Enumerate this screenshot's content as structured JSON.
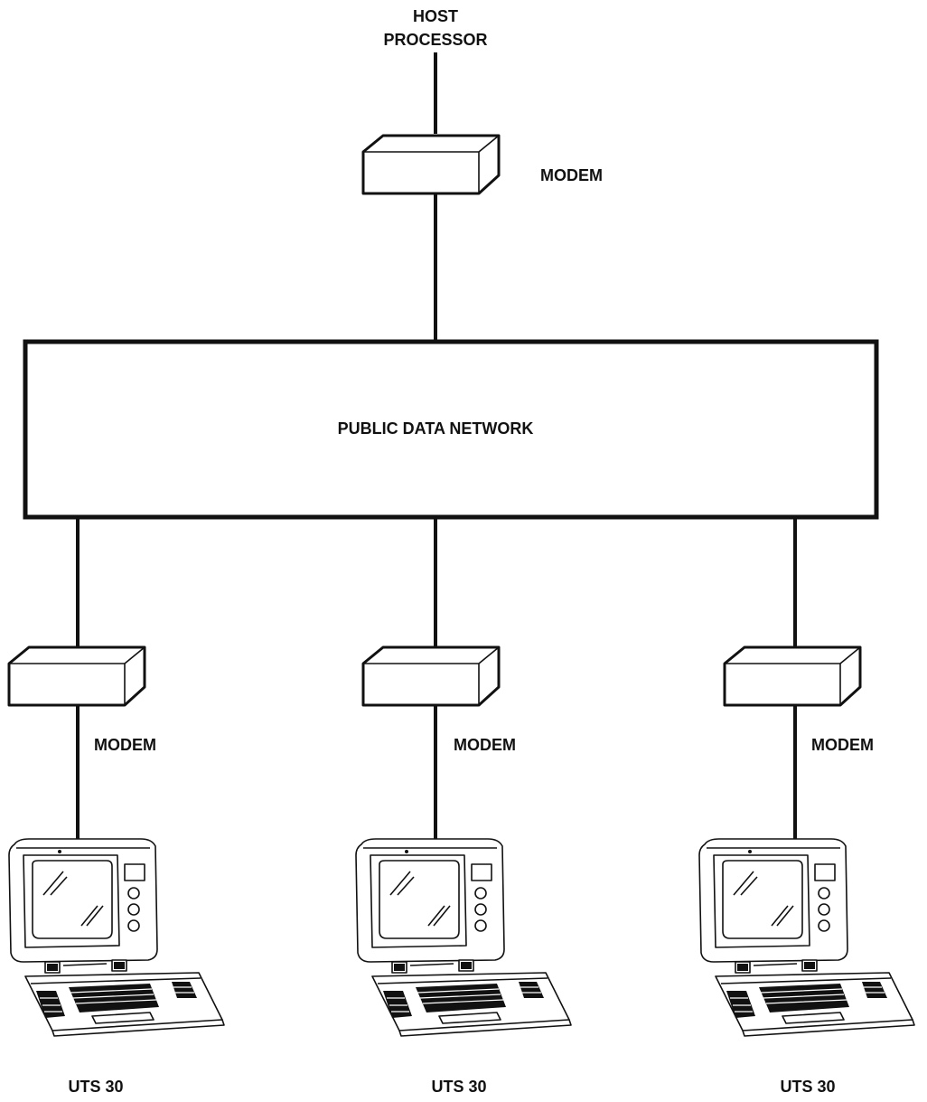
{
  "host": {
    "label_line1": "HOST",
    "label_line2": "PROCESSOR"
  },
  "host_modem": {
    "label": "MODEM"
  },
  "network": {
    "label": "PUBLIC DATA NETWORK"
  },
  "branches": [
    {
      "modem_label": "MODEM",
      "terminal_label": "UTS 30"
    },
    {
      "modem_label": "MODEM",
      "terminal_label": "UTS 30"
    },
    {
      "modem_label": "MODEM",
      "terminal_label": "UTS 30"
    }
  ]
}
